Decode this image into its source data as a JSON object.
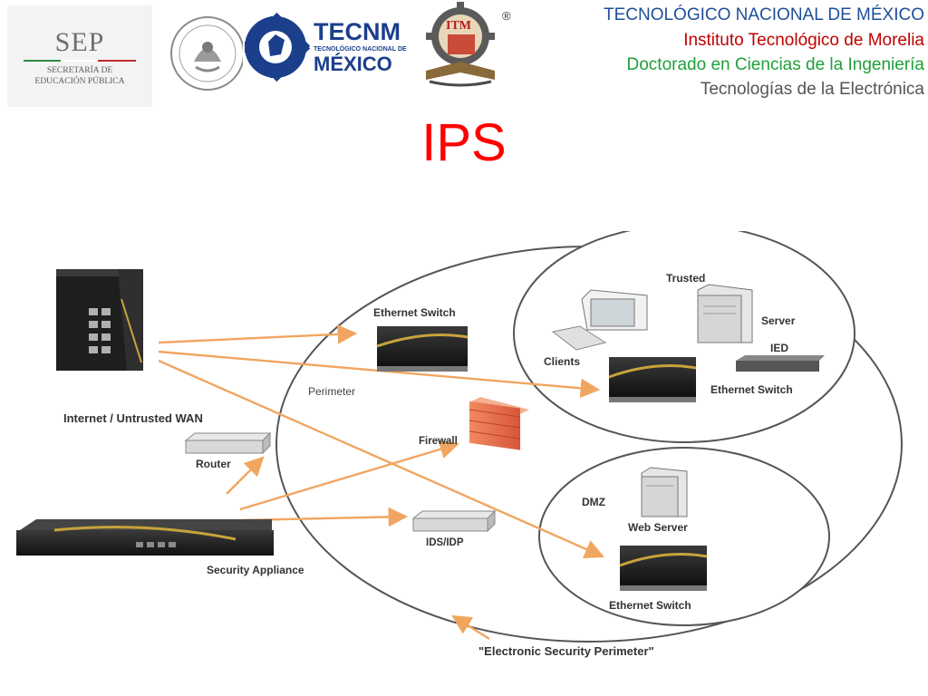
{
  "header": {
    "sep_title": "SEP",
    "sep_line1": "SECRETARÍA DE",
    "sep_line2": "EDUCACIÓN PÚBLICA",
    "tecnm_title": "TECNM",
    "tecnm_sub": "TECNOLÓGICO NACIONAL DE",
    "tecnm_country": "MÉXICO",
    "itm_mark": "ITM",
    "registered": "®",
    "line1": "TECNOLÓGICO NACIONAL DE MÉXICO",
    "line2": "Instituto Tecnológico de Morelia",
    "line3": "Doctorado en Ciencias de la Ingeniería",
    "line4": "Tecnologías de la Electrónica",
    "colors": {
      "line1": "#1f4e9a",
      "line2": "#c00000",
      "line3": "#1fa03a",
      "line4": "#555555"
    }
  },
  "slide": {
    "title": "IPS",
    "title_color": "#ff0000"
  },
  "diagram": {
    "labels": {
      "wan": "Internet / Untrusted WAN",
      "router": "Router",
      "security_appliance": "Security Appliance",
      "ethernet_switch_top": "Ethernet Switch",
      "perimeter": "Perimeter",
      "firewall": "Firewall",
      "ids": "IDS/IDP",
      "trusted": "Trusted",
      "server": "Server",
      "clients": "Clients",
      "ied": "IED",
      "ethernet_switch_trusted": "Ethernet Switch",
      "dmz": "DMZ",
      "web_server": "Web Server",
      "ethernet_switch_dmz": "Ethernet Switch",
      "esp": "\"Electronic Security Perimeter\""
    },
    "arrow_color": "#f0a660"
  }
}
